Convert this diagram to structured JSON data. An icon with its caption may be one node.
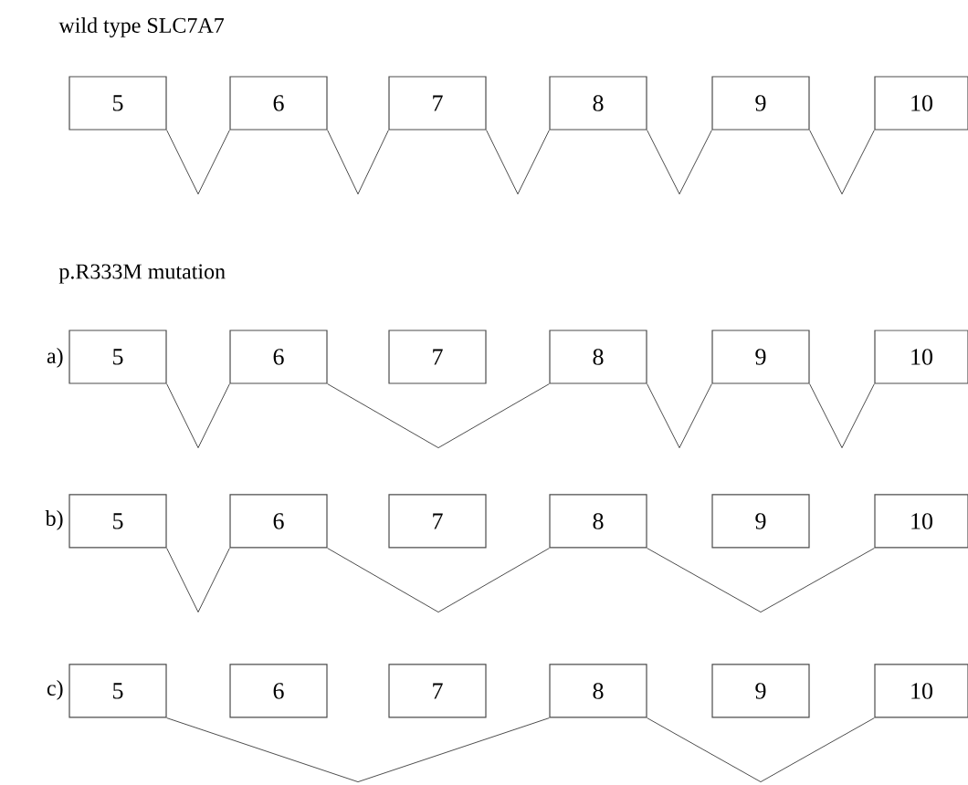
{
  "diagram": {
    "nodes": [
      {
        "text": [
          "5"
        ]
      },
      {
        "text": [
          "6"
        ]
      },
      {
        "text": [
          "7"
        ]
      },
      {
        "text": [
          "8"
        ]
      },
      {
        "text": [
          "9"
        ]
      },
      {
        "text": [
          "10"
        ]
      },
      {
        "text": [
          "5"
        ]
      },
      {
        "text": [
          "6"
        ]
      },
      {
        "text": [
          "7"
        ]
      },
      {
        "text": [
          "8"
        ]
      },
      {
        "text": [
          "9"
        ]
      },
      {
        "text": [
          "10"
        ]
      },
      {
        "text": [
          "5"
        ]
      },
      {
        "text": [
          "6"
        ]
      },
      {
        "text": [
          "7"
        ]
      },
      {
        "text": [
          "8"
        ]
      },
      {
        "text": [
          "9"
        ]
      },
      {
        "text": [
          "10"
        ]
      },
      {
        "text": [
          "5"
        ]
      },
      {
        "text": [
          "6"
        ]
      },
      {
        "text": [
          "7"
        ]
      },
      {
        "text": [
          "8"
        ]
      },
      {
        "text": [
          "9"
        ]
      },
      {
        "text": [
          "10"
        ]
      }
    ],
    "edges": [
      {
        "from": 0,
        "to": 1,
        "arrow": "none"
      },
      {
        "from": 1,
        "to": 2,
        "arrow": "none"
      },
      {
        "from": 2,
        "to": 3,
        "arrow": "none"
      },
      {
        "from": 3,
        "to": 4,
        "arrow": "none"
      },
      {
        "from": 4,
        "to": 5,
        "arrow": "none"
      },
      {
        "from": 6,
        "to": 7,
        "arrow": "none"
      },
      {
        "from": 7,
        "to": 9,
        "arrow": "none"
      },
      {
        "from": 9,
        "to": 10,
        "arrow": "none"
      },
      {
        "from": 10,
        "to": 11,
        "arrow": "none"
      },
      {
        "from": 12,
        "to": 13,
        "arrow": "none"
      },
      {
        "from": 13,
        "to": 15,
        "arrow": "none"
      },
      {
        "from": 15,
        "to": 17,
        "arrow": "none"
      },
      {
        "from": 18,
        "to": 21,
        "arrow": "none"
      },
      {
        "from": 21,
        "to": 23,
        "arrow": "none"
      }
    ],
    "labels": [
      "wild type SLC7A7",
      "p.R333M mutation",
      "a)",
      "b)",
      "c)"
    ]
  }
}
